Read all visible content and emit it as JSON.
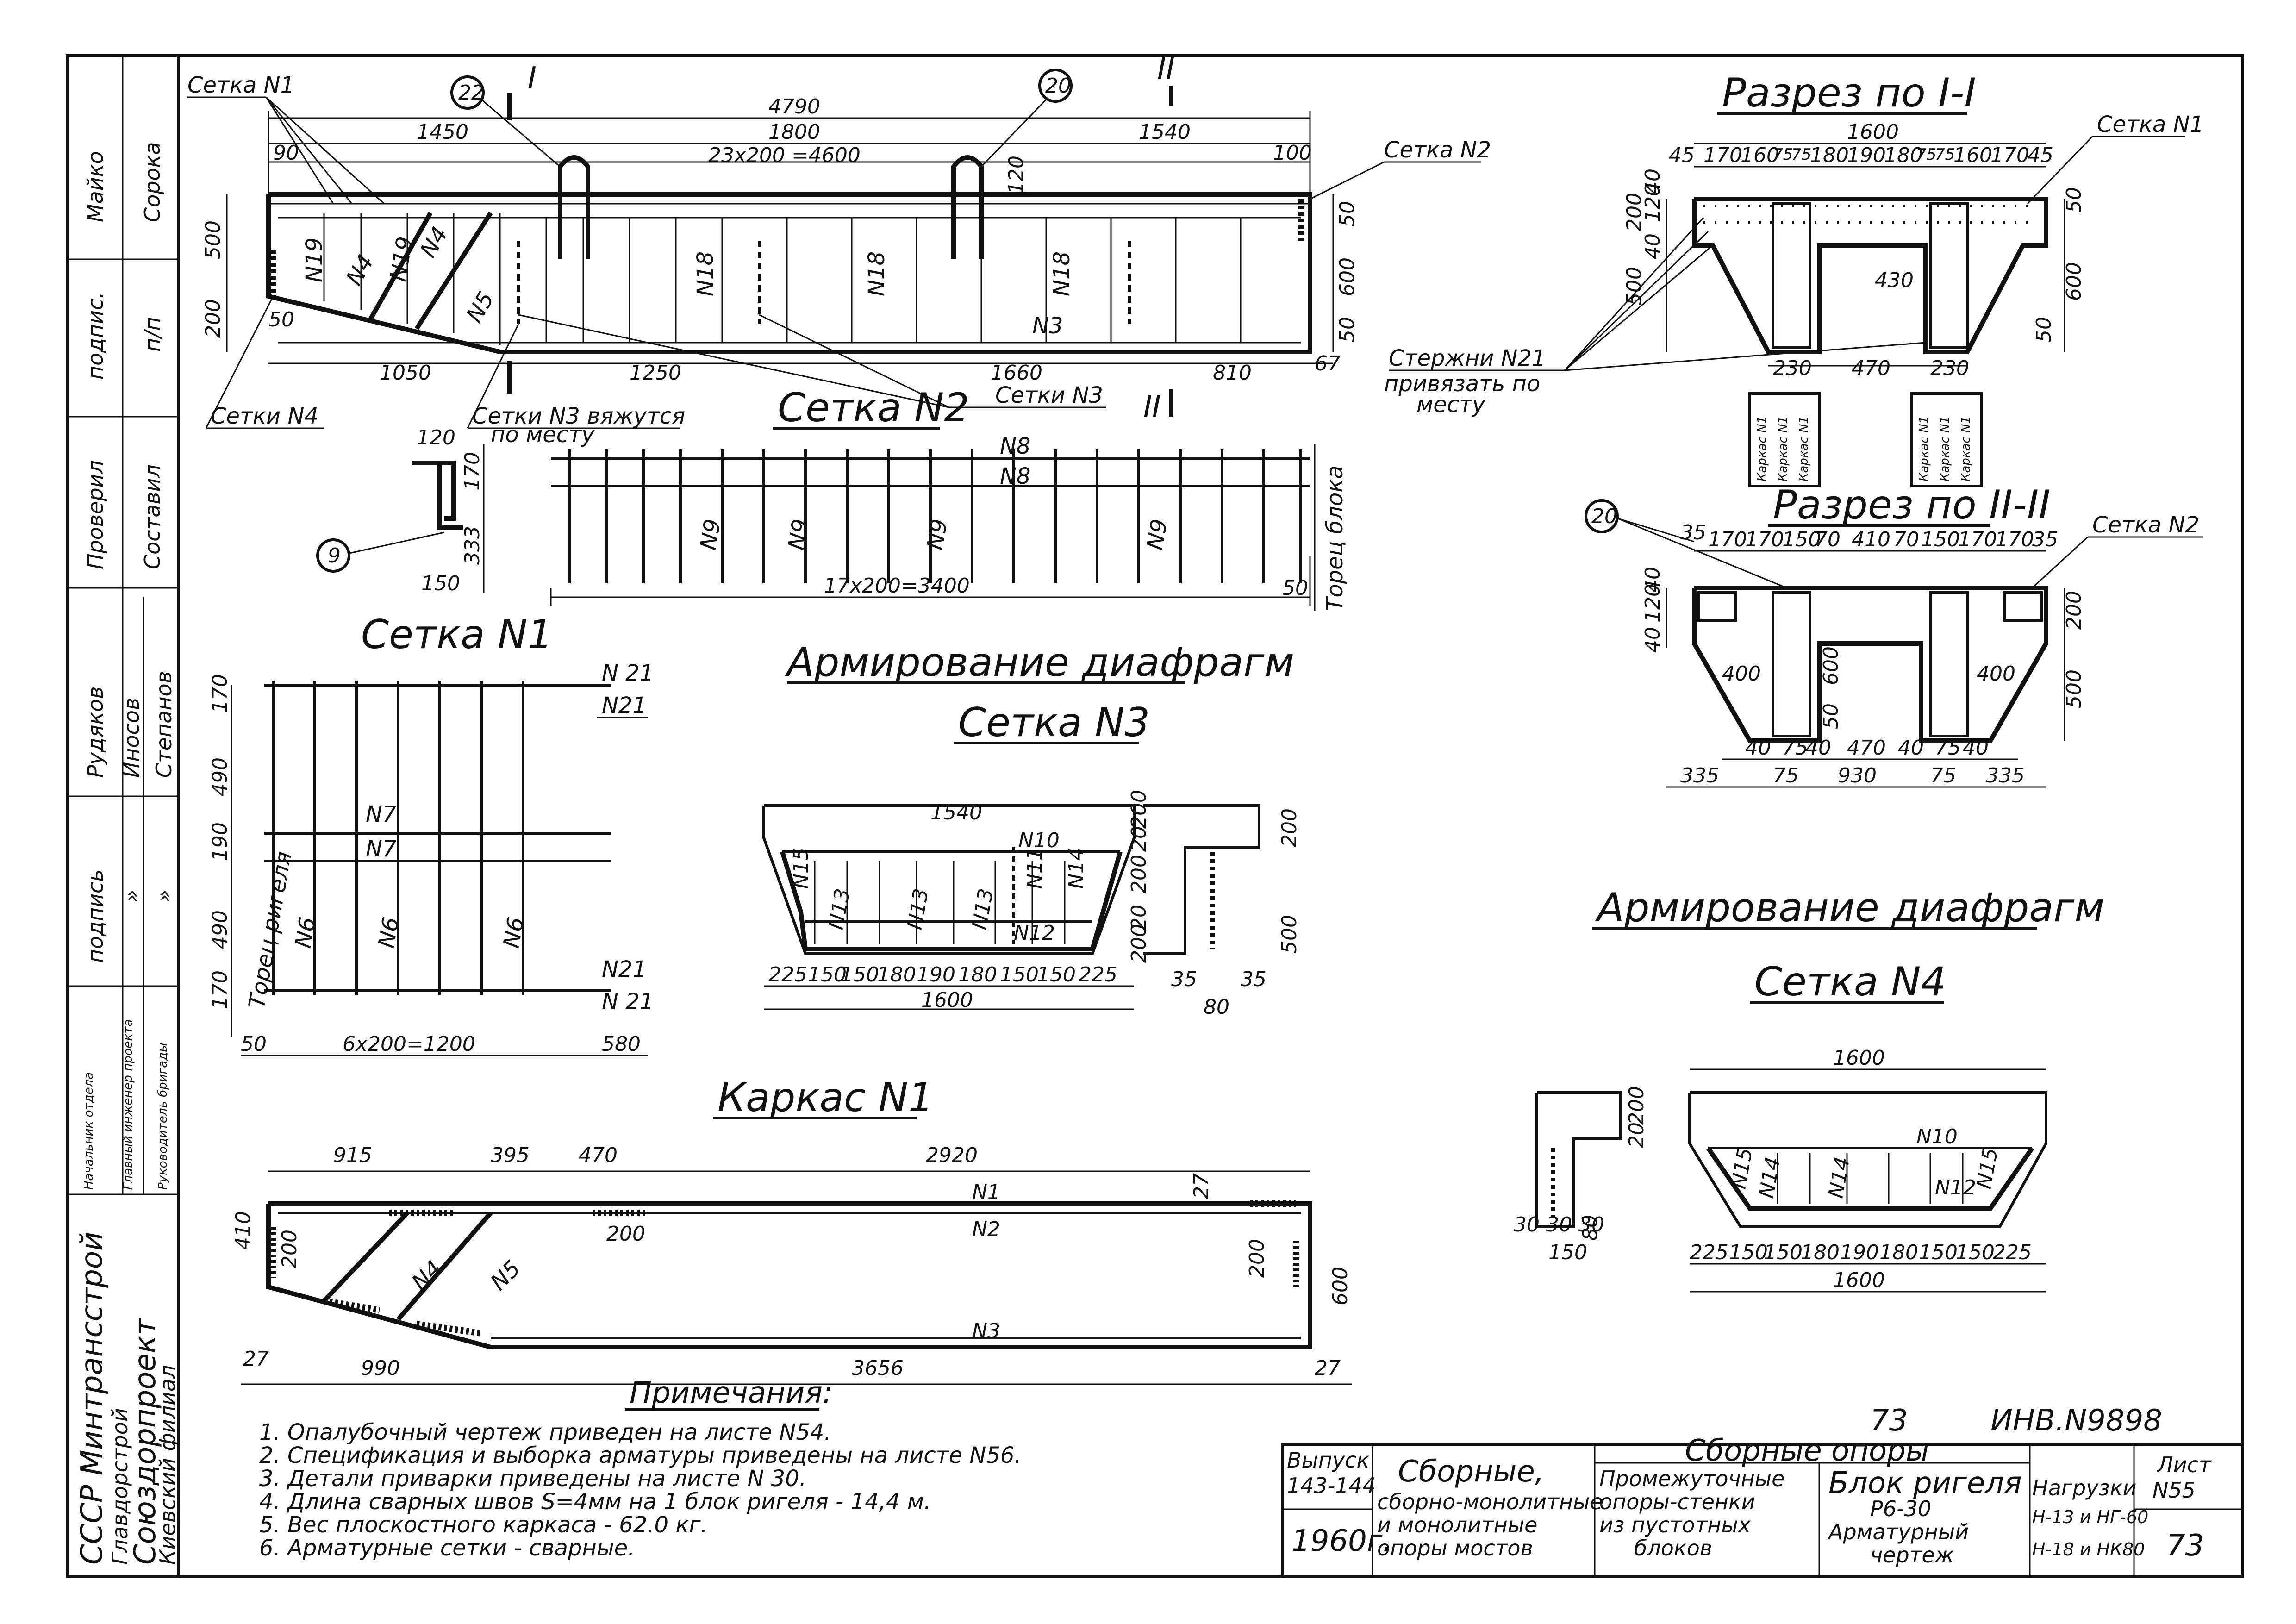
{
  "sheet": {
    "number_top": "73",
    "inv": "ИНВ.N9898",
    "sheet_label": "Лист",
    "sheet_no": "N55",
    "sheet_page": "73"
  },
  "sidebar": {
    "rows": [
      {
        "a": "Майко",
        "b": "Сорока"
      },
      {
        "a": "подпис.",
        "b": "п/п"
      },
      {
        "a": "Проверил",
        "b": "Составил"
      },
      {
        "a": "Рудяков",
        "b": "Иносов",
        "c": "Степанов"
      },
      {
        "a": "подпись",
        "b": "»",
        "c": "»"
      },
      {
        "a": "Начальник отдела",
        "b": "Главный инженер проекта",
        "c": "Руководитель бригады"
      }
    ],
    "org": [
      "СССР Минтрансстрой",
      "Главдорстрой",
      "Союздорпроект",
      "Киевский филиал"
    ]
  },
  "elevation": {
    "setka1": "Сетка N1",
    "setka2": "Сетка N2",
    "setki4": "Сетки N4",
    "setki3": "Сетки N3",
    "setki3_note": "Сетки N3 вяжутся",
    "po_mestu": "по месту",
    "d_total": "4790",
    "d_1450": "1450",
    "d_1800": "1800",
    "d_1540": "1540",
    "d_90": "90",
    "d_100": "100",
    "d_grid": "23x200 =4600",
    "d_120": "120",
    "d_500": "500",
    "d_200": "200",
    "d_50a": "50",
    "d_50b": "50",
    "d_600": "600",
    "d_50c": "50",
    "d_1050": "1050",
    "d_1250": "1250",
    "d_1660": "1660",
    "d_810": "810",
    "d_67": "67",
    "n19a": "N19",
    "n4a": "N4",
    "n19b": "N19",
    "n4b": "N4",
    "n5": "N5",
    "n18a": "N18",
    "n18b": "N18",
    "n18c": "N18",
    "n3": "N3",
    "c22": "22",
    "c20": "20",
    "sec1": "I",
    "sec2": "II"
  },
  "setka2": {
    "title": "Сетка N2",
    "n8a": "N8",
    "n8b": "N8",
    "n9a": "N9",
    "n9b": "N9",
    "n9c": "N9",
    "n9d": "N9",
    "grid": "17x200=3400",
    "d50": "50",
    "torec": "Торец блока",
    "d120": "120",
    "d170": "170",
    "d333": "333",
    "d150": "150",
    "c9": "9"
  },
  "setka1": {
    "title": "Сетка N1",
    "n21a": "N 21",
    "n21b": "N21",
    "n21c": "N21",
    "n21d": "N 21",
    "n7a": "N7",
    "n7b": "N7",
    "n6a": "N6",
    "n6b": "N6",
    "n6c": "N6",
    "torec": "Торец ригеля",
    "d170a": "170",
    "d490a": "490",
    "d190": "190",
    "d490b": "490",
    "d170b": "170",
    "d50": "50",
    "grid": "6x200=1200",
    "d580": "580"
  },
  "diaf1": {
    "title": "Армирование диафрагм",
    "sub": "Сетка N3",
    "d1540": "1540",
    "d1600": "1600",
    "bottom": [
      "225",
      "150",
      "150",
      "180",
      "190",
      "180",
      "150",
      "150",
      "225"
    ],
    "n10": "N10",
    "n11": "N11",
    "n14a": "N14",
    "n15": "N15",
    "n12": "N12",
    "n13a": "N13",
    "n13b": "N13",
    "n13c": "N13",
    "d200a": "200",
    "d20a": "20",
    "d200b": "200",
    "d20b": "20",
    "d200c": "200",
    "d200r": "200",
    "d500": "500",
    "d35a": "35",
    "d35b": "35",
    "d80": "80"
  },
  "karkas": {
    "title": "Каркас N1",
    "d915": "915",
    "d395": "395",
    "d470": "470",
    "d2920": "2920",
    "n1": "N1",
    "n2": "N2",
    "n4": "N4",
    "n5": "N5",
    "n3": "N3",
    "d27a": "27",
    "d410": "410",
    "d200a": "200",
    "d200b": "200",
    "d200c": "200",
    "d600": "600",
    "d27b": "27",
    "d990": "990",
    "d3656": "3656",
    "d27c": "27"
  },
  "notes": {
    "title": "Примечания:",
    "items": [
      "1. Опалубочный чертеж приведен на листе N54.",
      "2. Спецификация и выборка арматуры приведены на листе N56.",
      "3. Детали приварки приведены на листе N 30.",
      "4. Длина сварных швов S=4мм на 1 блок ригеля - 14,4 м.",
      "5. Вес плоскостного каркаса - 62.0 кг.",
      "6. Арматурные сетки - сварные."
    ]
  },
  "section1": {
    "title": "Разрез по I-I",
    "setka": "Сетка N1",
    "d1600": "1600",
    "top": [
      "45",
      "170",
      "160",
      "75",
      "75",
      "180",
      "190",
      "180",
      "75",
      "75",
      "160",
      "170",
      "45"
    ],
    "d40a": "40",
    "d120": "120",
    "d200": "200",
    "d40b": "40",
    "d500": "500",
    "d50a": "50",
    "d600": "600",
    "d50b": "50",
    "d430": "430",
    "d230a": "230",
    "d470": "470",
    "d230b": "230",
    "rods": "Стержни N21",
    "rods2": "привязать по",
    "rods3": "месту",
    "karkas_tags": "Каркас N1"
  },
  "section2": {
    "title": "Разрез по II-II",
    "setka": "Сетка N2",
    "c20": "20",
    "top": [
      "35",
      "170",
      "170",
      "150",
      "70",
      "410",
      "70",
      "150",
      "170",
      "170",
      "35"
    ],
    "d40a": "40",
    "d120": "120",
    "d40b": "40",
    "d200": "200",
    "d400a": "400",
    "d600": "600",
    "d400b": "400",
    "d500": "500",
    "d50": "50",
    "bot": [
      "40",
      "75",
      "40",
      "470",
      "40",
      "75",
      "40"
    ],
    "d335a": "335",
    "d75a": "75",
    "d930": "930",
    "d75b": "75",
    "d335b": "335"
  },
  "diaf2": {
    "title": "Армирование диафрагм",
    "sub": "Сетка N4",
    "d1600a": "1600",
    "d1600b": "1600",
    "bottom": [
      "225",
      "150",
      "150",
      "180",
      "190",
      "180",
      "150",
      "150",
      "225"
    ],
    "n10": "N10",
    "n15a": "N15",
    "n14a": "N14",
    "n14b": "N14",
    "n12": "N12",
    "n15b": "N15",
    "d200": "200",
    "d20": "20",
    "d80": "80",
    "d30a": "30",
    "d30b": "30",
    "d30c": "30",
    "d150": "150"
  },
  "stamp": {
    "vyp": "Выпуск",
    "vyp_no": "143-144",
    "year": "1960г.",
    "a1": "Сборные,",
    "a2": "сборно-монолитные",
    "a3": "и монолитные",
    "a4": "опоры мостов",
    "b_top": "Сборные опоры",
    "b1": "Промежуточные",
    "b2": "опоры-стенки",
    "b3": "из пустотных",
    "b4": "блоков",
    "c1": "Блок ригеля",
    "c2": "Р6-30",
    "c3": "Арматурный",
    "c4": "чертеж",
    "d1": "Нагрузки",
    "d2": "Н-13 и НГ-60",
    "d3": "Н-18 и НК80"
  }
}
